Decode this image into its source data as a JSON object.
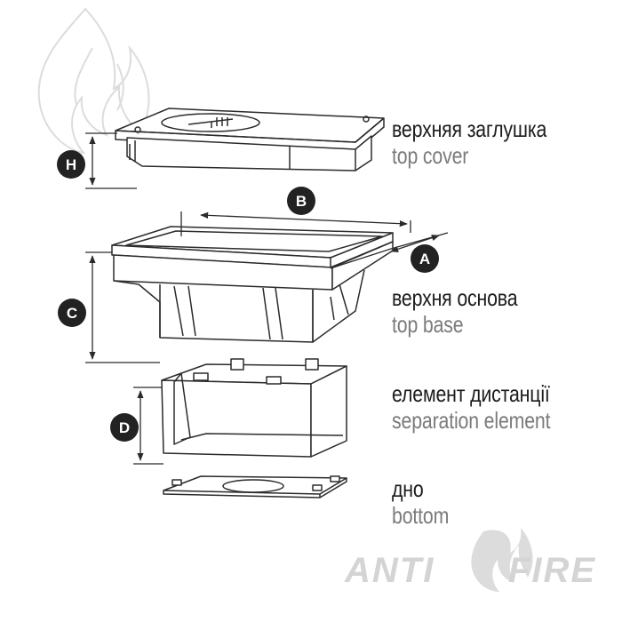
{
  "parts": [
    {
      "name_ua": "верхняя заглушка",
      "name_en": "top cover"
    },
    {
      "name_ua": "верхня основа",
      "name_en": "top base"
    },
    {
      "name_ua": "елемент дистанції",
      "name_en": "separation element"
    },
    {
      "name_ua": "дно",
      "name_en": "bottom"
    }
  ],
  "dimensions": [
    "H",
    "B",
    "A",
    "C",
    "D"
  ],
  "brand": {
    "left": "ANTI",
    "right": "FIRE"
  },
  "colors": {
    "line": "#2b2b2b",
    "text": "#1c1c1c",
    "subtext": "#7b7b7b",
    "watermark": "#d9d9d9",
    "badge": "#222222"
  }
}
